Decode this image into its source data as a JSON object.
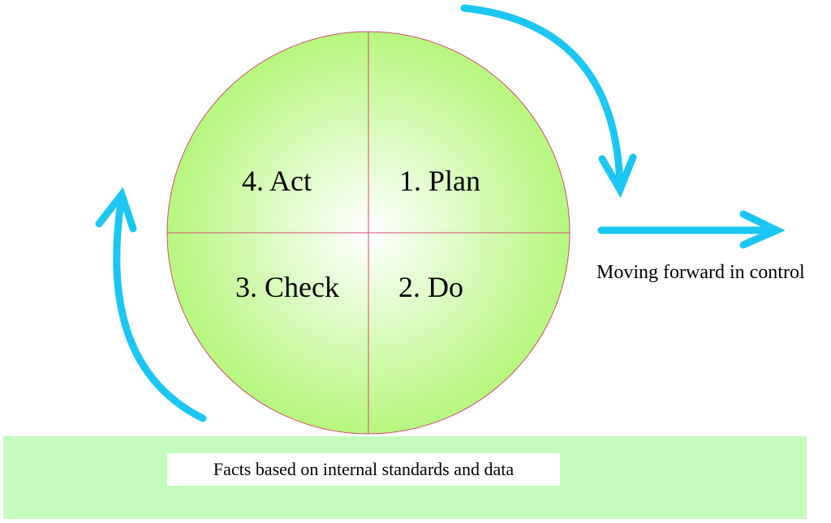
{
  "colors": {
    "circle_fill_center": "#ffffff",
    "circle_fill_edge": "#b6f77e",
    "circle_stroke": "#d44a6e",
    "arrow": "#1bc7f2",
    "ground": "#c3fcbd"
  },
  "cycle": {
    "quadrants": {
      "act": "4. Act",
      "plan": "1. Plan",
      "check": "3. Check",
      "do": "2. Do"
    }
  },
  "forward": {
    "label": "Moving forward in control"
  },
  "ground": {
    "label": "Facts based on internal standards and data"
  }
}
